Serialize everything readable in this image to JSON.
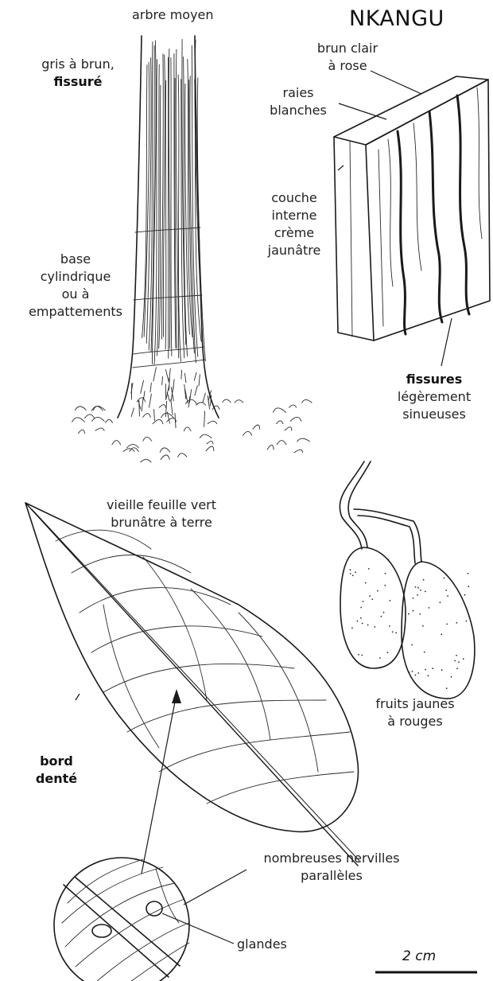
{
  "title": "NKANGU",
  "labels": {
    "tree_size": "arbre moyen",
    "bark_color": "gris à brun,",
    "bark_texture": "fissuré",
    "base": [
      "base",
      "cylindrique",
      "ou à",
      "empattements"
    ],
    "slash_color": [
      "brun clair",
      "à rose"
    ],
    "stripes": [
      "raies",
      "blanches"
    ],
    "inner_layer": [
      "couche",
      "interne",
      "crème",
      "jaunâtre"
    ],
    "fissures_bold": "fissures",
    "fissures_desc": [
      "légèrement",
      "sinueuses"
    ],
    "old_leaf": [
      "vieille feuille vert",
      "brunâtre à terre"
    ],
    "fruits": [
      "fruits jaunes",
      "à rouges"
    ],
    "edge": [
      "bord",
      "denté"
    ],
    "veinlets": [
      "nombreuses nervilles",
      "parallèles"
    ],
    "glands": "glandes",
    "scale": "2 cm"
  },
  "colors": {
    "ink": "#1a1a1a",
    "background": "#ffffff"
  }
}
